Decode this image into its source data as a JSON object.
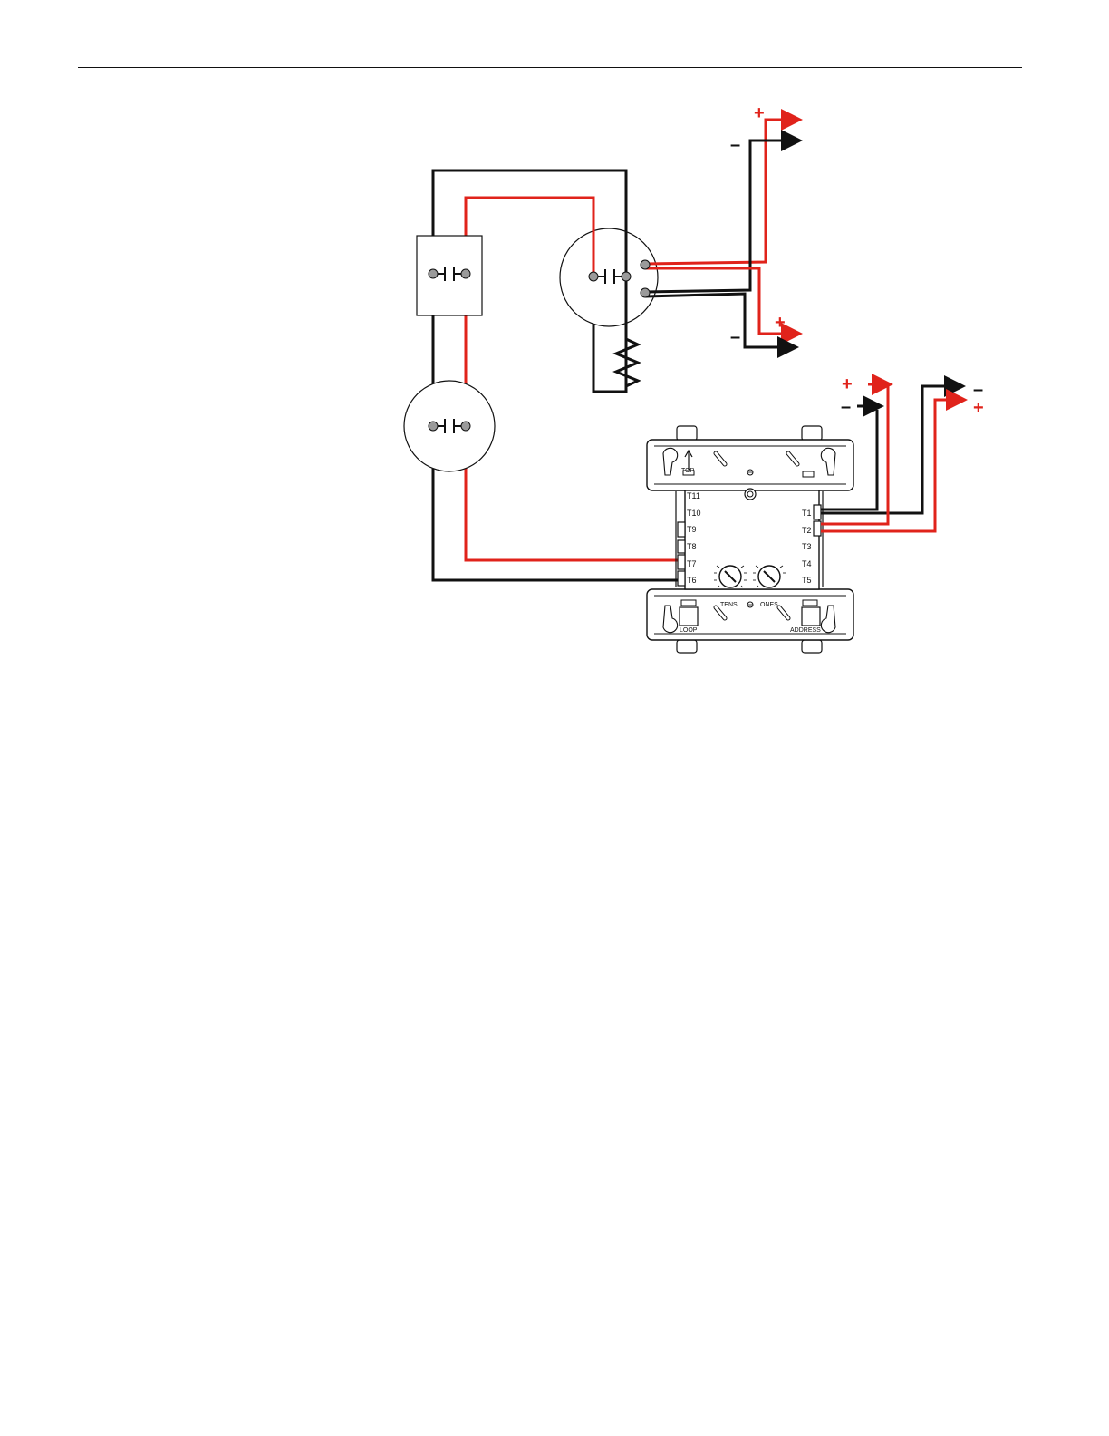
{
  "colors": {
    "positive_wire": "#e0231b",
    "negative_wire": "#111111",
    "terminal_dot": "#9a9a9a"
  },
  "polarity": {
    "plus": "+",
    "minus": "–"
  },
  "module": {
    "labels": {
      "top": "TOP",
      "loop": "LOOP",
      "address": "ADDRESS",
      "tens": "TENS",
      "ones": "ONES"
    },
    "terminals_left": [
      "T11",
      "T10",
      "T9",
      "T8",
      "T7",
      "T6"
    ],
    "terminals_right": [
      "T1",
      "T2",
      "T3",
      "T4",
      "T5"
    ]
  }
}
